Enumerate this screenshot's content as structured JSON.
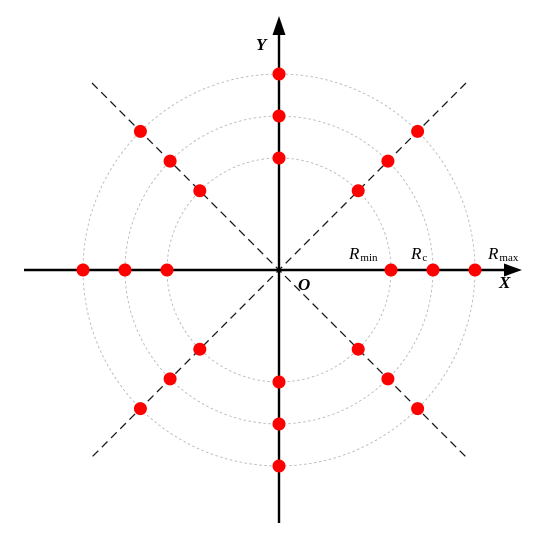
{
  "diagram": {
    "axis_labels": {
      "x": "X",
      "y": "Y",
      "origin": "O"
    },
    "radius_labels": {
      "r_min": {
        "main": "R",
        "sub": "min"
      },
      "r_c": {
        "main": "R",
        "sub": "c"
      },
      "r_max": {
        "main": "R",
        "sub": "max"
      }
    },
    "radii_order": [
      "r_min",
      "r_c",
      "r_max"
    ],
    "point_directions_deg": [
      0,
      45,
      90,
      135,
      180,
      225,
      270,
      315
    ],
    "colors": {
      "point": "#ff0000",
      "axis": "#000000",
      "guide_circle": "#b8b8b8",
      "diagonal": "#1a1a1a"
    }
  }
}
